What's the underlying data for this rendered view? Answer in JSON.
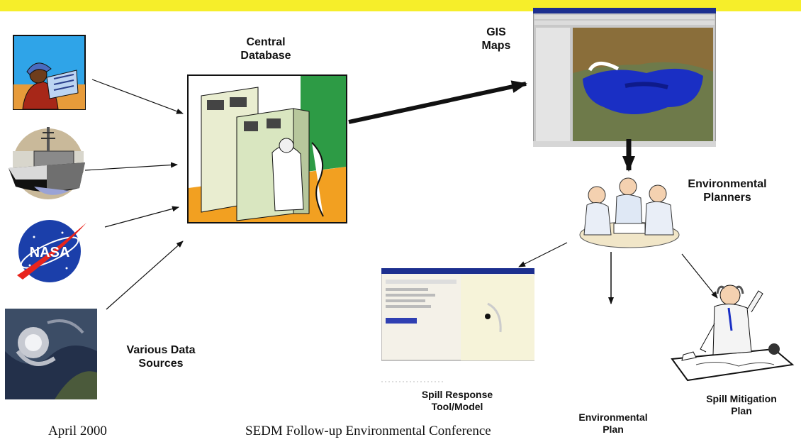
{
  "labels": {
    "central_database": [
      "Central",
      "Database"
    ],
    "gis_maps": [
      "GIS",
      "Maps"
    ],
    "environmental_planners": [
      "Environmental",
      "Planners"
    ],
    "various_data_sources": [
      "Various Data",
      "Sources"
    ],
    "spill_response": [
      "Spill Response",
      "Tool/Model"
    ],
    "environmental_plan": [
      "Environmental",
      "Plan"
    ],
    "spill_mitigation": [
      "Spill Mitigation",
      "Plan"
    ],
    "nasa_logo": "NASA"
  },
  "footer": {
    "date": "April 2000",
    "conference": "SEDM Follow-up Environmental Conference"
  },
  "colors": {
    "top_bar": "#f6ee2a",
    "central_db_background": "#f2a021",
    "map_water": "#1a2fc4",
    "window_titlebar": "#1c2f8f"
  }
}
